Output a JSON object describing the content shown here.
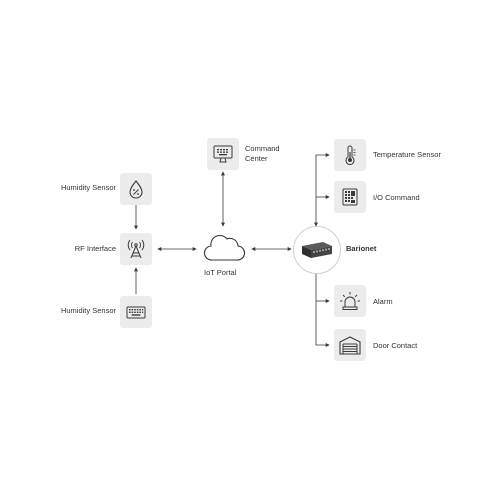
{
  "nodes": {
    "humidity_sensor_top": {
      "label": "Humidity Sensor",
      "icon": "humidity-drop-icon"
    },
    "rf_interface": {
      "label": "RF Interface",
      "icon": "antenna-icon"
    },
    "humidity_sensor_bottom": {
      "label": "Humidity Sensor",
      "icon": "keyboard-icon"
    },
    "command_center": {
      "label_line1": "Command",
      "label_line2": "Center",
      "icon": "monitor-icon"
    },
    "iot_portal": {
      "label": "IoT Portal",
      "icon": "cloud-icon"
    },
    "barionet": {
      "label": "Barionet",
      "icon": "barionet-device-icon"
    },
    "temperature_sensor": {
      "label": "Temperature Sensor",
      "icon": "thermometer-icon"
    },
    "io_command": {
      "label": "I/O Command",
      "icon": "keypad-icon"
    },
    "alarm": {
      "label": "Alarm",
      "icon": "alarm-light-icon"
    },
    "door_contact": {
      "label": "Door Contact",
      "icon": "garage-door-icon"
    }
  },
  "colors": {
    "tile_bg": "#ececec",
    "icon_stroke": "#3a3a3a",
    "connector": "#3a3a3a",
    "text": "#333333"
  }
}
